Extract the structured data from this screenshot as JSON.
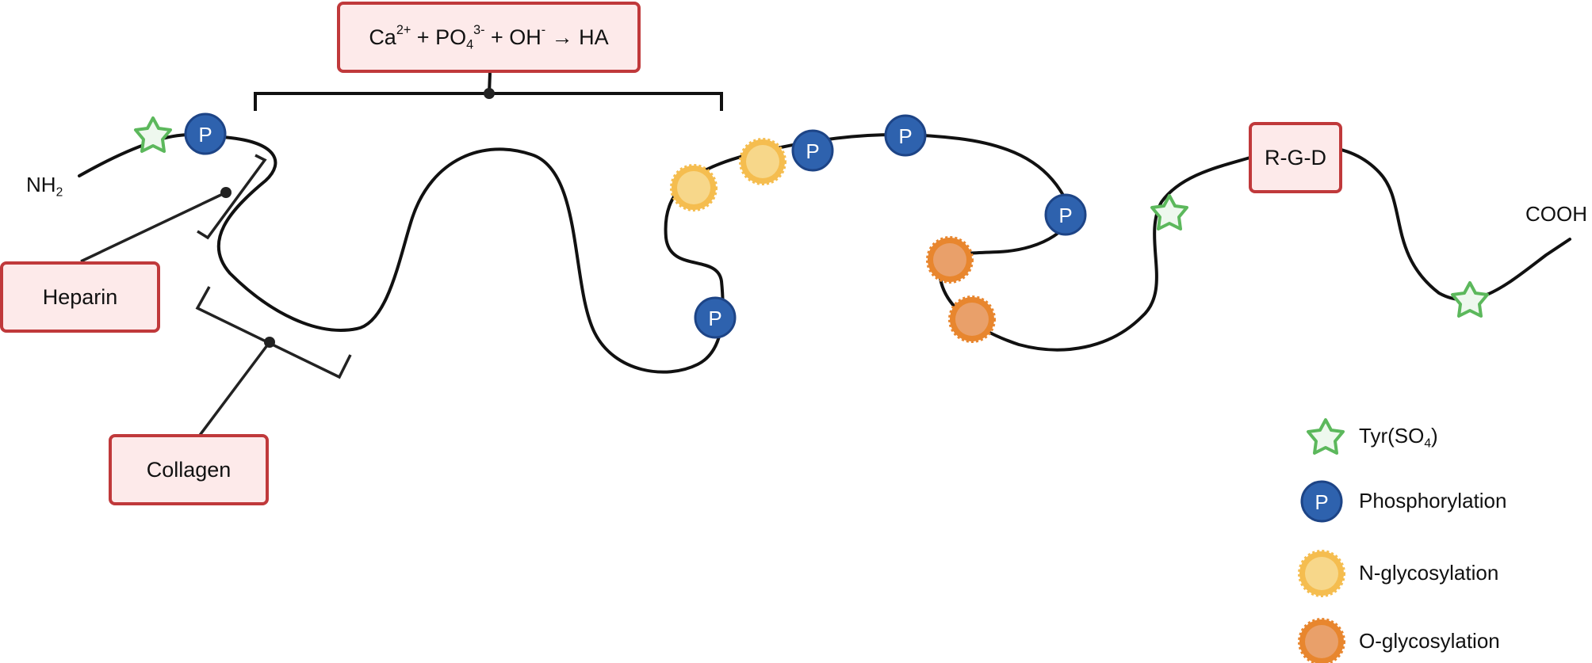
{
  "termini": {
    "n": {
      "base": "NH",
      "sub": "2"
    },
    "c": "COOH"
  },
  "binding": {
    "ha": {
      "ca": "Ca",
      "ca_sup": "2+",
      "plus1": " + PO",
      "po_sub": "4",
      "po_sup": "3-",
      "plus2": " + OH",
      "oh_sup": "-",
      "arrow": " → HA"
    },
    "heparin": "Heparin",
    "collagen": "Collagen",
    "rgd": "R-G-D"
  },
  "marker_letter": "P",
  "legend": {
    "tyr_base": "Tyr(SO",
    "tyr_sub": "4",
    "tyr_close": ")",
    "phos": "Phosphorylation",
    "nglyc": "N-glycosylation",
    "oglyc": "O-glycosylation"
  },
  "colors": {
    "box_border": "#c0393b",
    "box_fill": "#fdeaea",
    "star_stroke": "#5cb85c",
    "star_fill": "#eef8ee",
    "phos_fill": "#2e62ae",
    "phos_stroke": "#1d4486",
    "nglyc_outer": "#f5bd4f",
    "nglyc_inner": "#f7d78a",
    "oglyc_outer": "#e8862e",
    "oglyc_inner": "#e9a06a",
    "line": "#111111"
  }
}
